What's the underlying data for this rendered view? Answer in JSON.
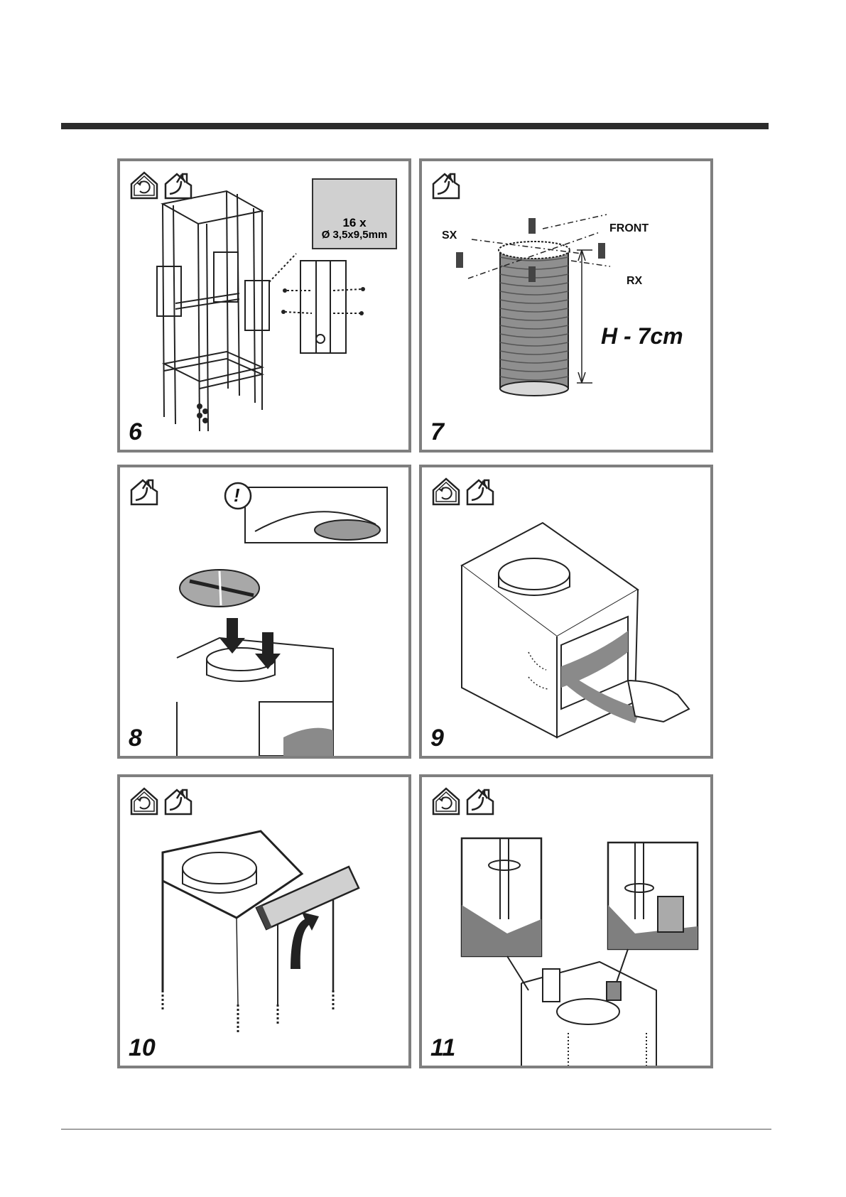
{
  "steps": [
    {
      "number": "6",
      "icons": [
        "recirculation-icon",
        "extraction-icon"
      ],
      "screw_pack": {
        "quantity": "16 x",
        "size": "Ø 3,5x9,5mm"
      }
    },
    {
      "number": "7",
      "icons": [
        "extraction-icon"
      ],
      "labels": {
        "sx": "SX",
        "front": "FRONT",
        "rx": "RX",
        "height": "H - 7cm"
      }
    },
    {
      "number": "8",
      "icons": [
        "extraction-icon"
      ],
      "warning": "!"
    },
    {
      "number": "9",
      "icons": [
        "recirculation-icon",
        "extraction-icon"
      ]
    },
    {
      "number": "10",
      "icons": [
        "recirculation-icon",
        "extraction-icon"
      ]
    },
    {
      "number": "11",
      "icons": [
        "recirculation-icon",
        "extraction-icon"
      ]
    }
  ],
  "colors": {
    "rule": "#2c2c2c",
    "panel_border": "#7f7f7f",
    "screw_box": "#d0d0d0",
    "tape": "#8a8a8a"
  }
}
